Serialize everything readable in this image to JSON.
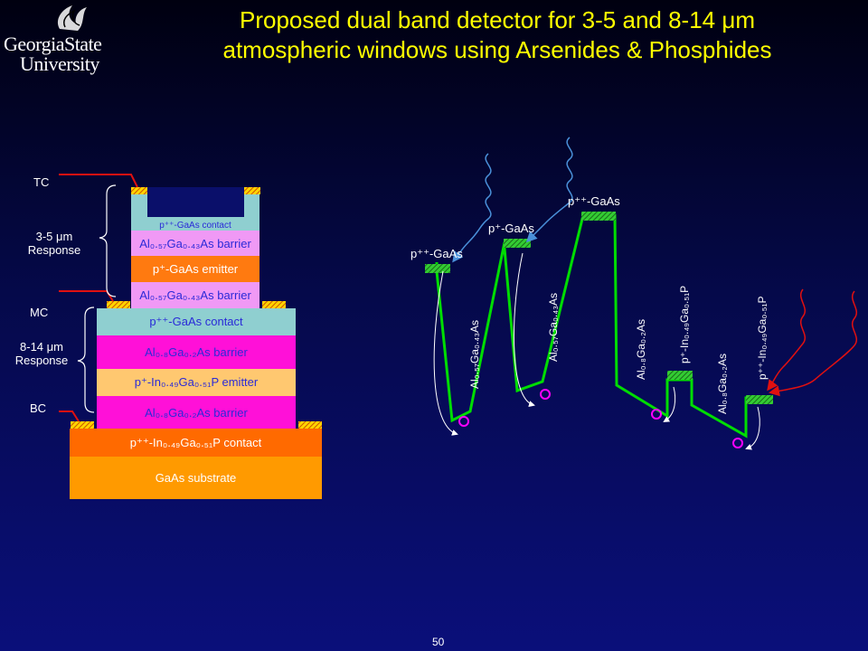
{
  "title_line1": "Proposed dual band detector for 3-5 and 8-14 μm",
  "title_line2": "atmospheric windows using Arsenides & Phosphides",
  "logo": {
    "line1": "GeorgiaState",
    "line2": "University"
  },
  "stack": {
    "tc_label": "TC",
    "mc_label": "MC",
    "bc_label": "BC",
    "resp1_line1": "3-5 μm",
    "resp1_line2": "Response",
    "resp2_line1": "8-14 μm",
    "resp2_line2": "Response",
    "layers": {
      "top_contact": "p⁺⁺-GaAs contact",
      "barrier_top": "Al₀.₅₇Ga₀.₄₃As barrier",
      "emitter_top": "p⁺-GaAs emitter",
      "barrier_mid": "Al₀.₅₇Ga₀.₄₃As barrier",
      "mid_contact": "p⁺⁺-GaAs contact",
      "barrier_low": "Al₀.₈Ga₀.₂As barrier",
      "emitter_low": "p⁺-In₀.₄₉Ga₀.₅₁P emitter",
      "barrier_bottom": "Al₀.₈Ga₀.₂As barrier",
      "bottom_contact": "p⁺⁺-In₀.₄₉Ga₀.₅₁P contact",
      "substrate": "GaAs substrate"
    }
  },
  "band": {
    "label_c1": "p⁺⁺-GaAs",
    "label_e1": "p⁺-GaAs",
    "label_c2": "p⁺⁺-GaAs",
    "label_b1": "Al₀.₅₇Ga₀.₄₃As",
    "label_b2": "Al₀.₅₇Ga₀.₄₃As",
    "label_b3": "Al₀.₈Ga₀.₂As",
    "label_e2": "p⁺-In₀.₄₉Ga₀.₅₁P",
    "label_b4": "Al₀.₈Ga₀.₂As",
    "label_c3": "p⁺⁺-In₀.₄₉Ga₀.₅₁P"
  },
  "page_number": "50",
  "colors": {
    "title": "#ffff00",
    "band_line": "#00dd00",
    "contact_fill": "#33cc33",
    "photon_blue": "#4a90d9",
    "photon_red": "#e01010",
    "hole": "#ff00ff"
  }
}
